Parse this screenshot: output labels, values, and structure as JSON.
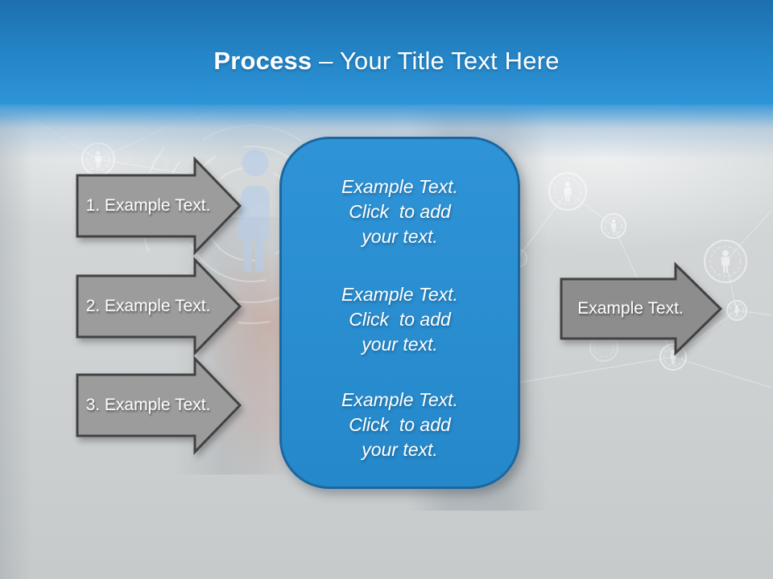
{
  "title": {
    "bold": "Process",
    "rest": " – Your Title Text Here"
  },
  "left_arrows": [
    {
      "label": "1. Example Text."
    },
    {
      "label": "2. Example Text."
    },
    {
      "label": "3. Example Text."
    }
  ],
  "right_arrow": {
    "label": "Example Text."
  },
  "content_box": {
    "blocks": [
      {
        "lines": [
          "Example Text.",
          "Click  to add",
          "your text."
        ]
      },
      {
        "lines": [
          "Example Text.",
          "Click  to add",
          "your text."
        ]
      },
      {
        "lines": [
          "Example Text.",
          "Click  to add",
          "your text."
        ]
      }
    ]
  },
  "colors": {
    "header_top": "#1d6fae",
    "header_mid": "#2586c8",
    "header_bottom": "#2e94d8",
    "title_text": "#ffffff",
    "box_fill": "#2f94d7",
    "box_fill_bottom": "#2488ca",
    "box_border": "#1c67a0",
    "box_text": "#ffffff",
    "arrow_fill": "#9c9c9c",
    "arrow_fill_dark": "#8d8d8d",
    "arrow_border": "#424242",
    "arrow_text": "#ffffff",
    "background_gray": "#cdd2d3"
  }
}
